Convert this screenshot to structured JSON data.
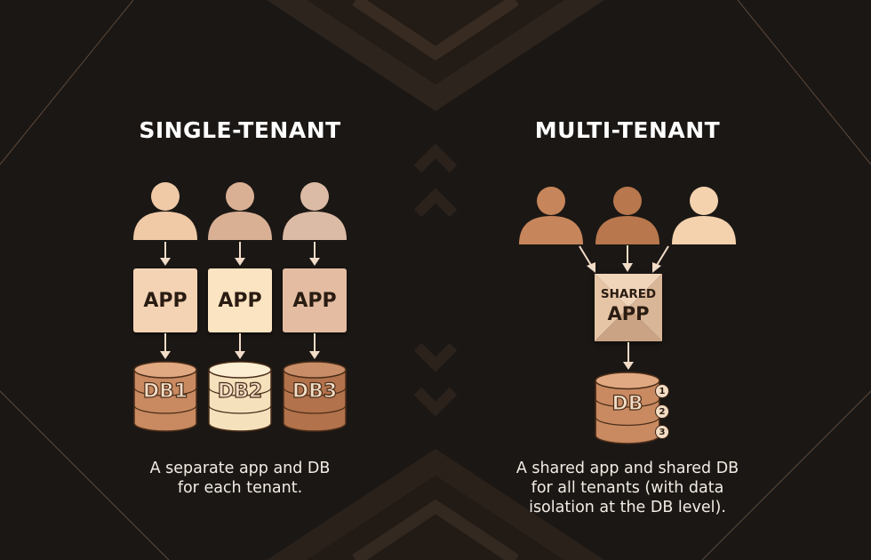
{
  "single": {
    "title": "SINGLE-TENANT",
    "app_label": "APP",
    "databases": [
      "DB1",
      "DB2",
      "DB3"
    ],
    "caption_line1": "A separate app and DB",
    "caption_line2": "for each tenant."
  },
  "multi": {
    "title": "MULTI-TENANT",
    "shared_app_top": "SHARED",
    "shared_app_bottom": "APP",
    "database": "DB",
    "partitions": [
      "1",
      "2",
      "3"
    ],
    "caption_line1": "A shared app and shared DB",
    "caption_line2": "for all tenants (with data",
    "caption_line3": "isolation at the DB level)."
  },
  "colors": {
    "background": "#1b1714",
    "tenant_light": "#f0c9a6",
    "tenant_mid": "#d9b094",
    "tenant_dark": "#bd7e57",
    "app_light": "#f3d3b4",
    "app_cream": "#fbe4c1",
    "app_tan": "#e3bca1"
  }
}
